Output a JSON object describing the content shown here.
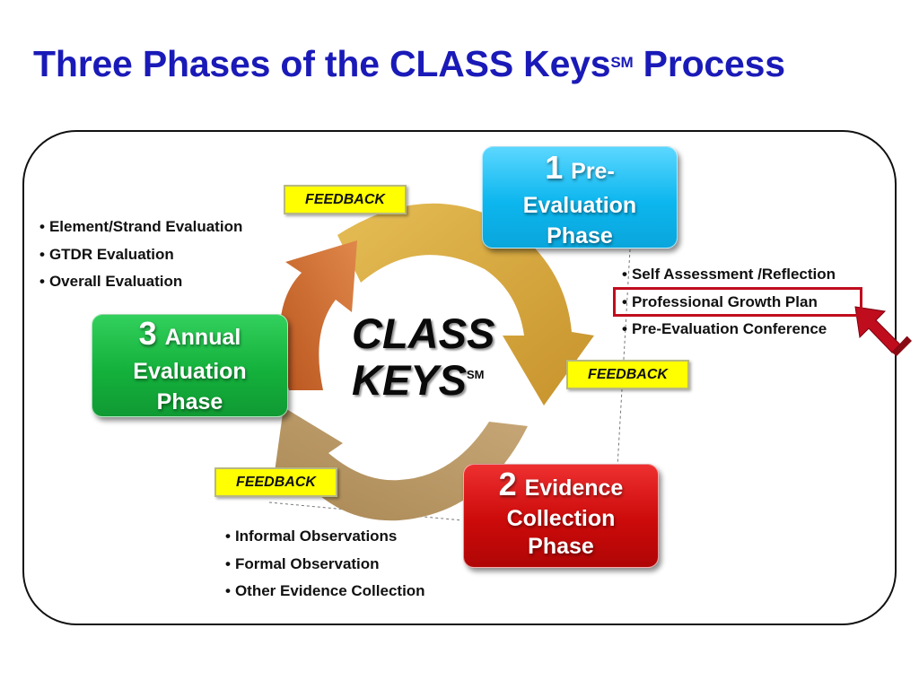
{
  "title": {
    "main": "Three Phases of the CLASS Keys",
    "mark": "SM",
    "tail": " Process"
  },
  "center": {
    "line1": "CLASS",
    "line2": "KEYS",
    "mark": "SM"
  },
  "phases": [
    {
      "number": "1",
      "line1": "Pre-",
      "line2": "Evaluation",
      "line3": "Phase",
      "color": "#0cb6ee"
    },
    {
      "number": "2",
      "line1": "Evidence",
      "line2": "Collection",
      "line3": "Phase",
      "color": "#cc0a0a"
    },
    {
      "number": "3",
      "line1": "Annual",
      "line2": "Evaluation",
      "line3": "Phase",
      "color": "#14b13c"
    }
  ],
  "feedback_label": "FEEDBACK",
  "bullets": {
    "phase1": [
      "Self Assessment /Reflection",
      "Professional Growth Plan",
      "Pre-Evaluation Conference"
    ],
    "phase2": [
      "Informal Observations",
      "Formal Observation",
      "Other Evidence Collection"
    ],
    "phase3": [
      "Element/Strand Evaluation",
      "GTDR Evaluation",
      "Overall Evaluation"
    ]
  },
  "highlighted_item": "Professional Growth Plan",
  "colors": {
    "title": "#1a1ab8",
    "arrow_gold": "#d4a43a",
    "arrow_tan": "#b99966",
    "arrow_orange": "#cd6f34",
    "feedback_bg": "#ffff00",
    "pointer_arrow": "#c00d1e"
  },
  "icons": {
    "pointer": "arrow-pointer-icon"
  }
}
